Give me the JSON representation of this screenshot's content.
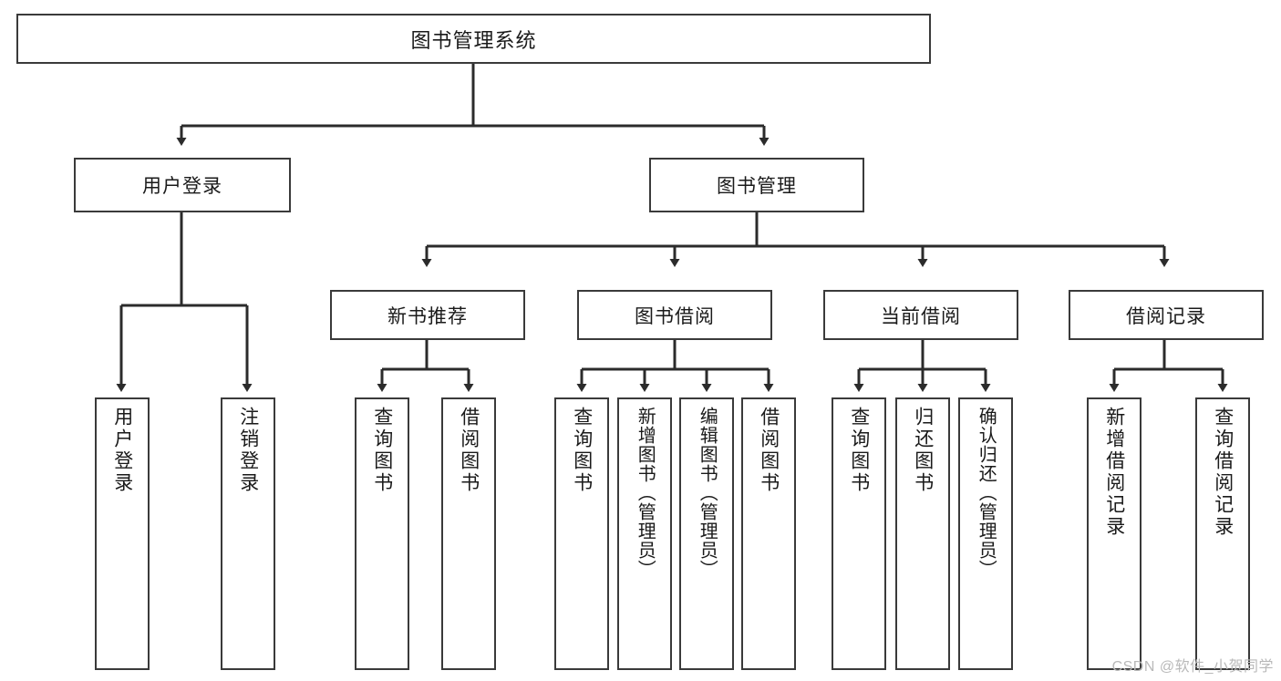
{
  "diagram": {
    "title": "图书管理系统",
    "type": "tree",
    "watermark": "CSDN @软件_小贺同学",
    "levels": {
      "root": {
        "label": "图书管理系统"
      },
      "level2": [
        {
          "label": "用户登录"
        },
        {
          "label": "图书管理"
        }
      ],
      "level3": [
        {
          "label": "新书推荐"
        },
        {
          "label": "图书借阅"
        },
        {
          "label": "当前借阅"
        },
        {
          "label": "借阅记录"
        }
      ],
      "leaves": {
        "user_login": [
          {
            "label": "用户登录"
          },
          {
            "label": "注销登录"
          }
        ],
        "new_book": [
          {
            "label": "查询图书"
          },
          {
            "label": "借阅图书"
          }
        ],
        "book_borrow": [
          {
            "label": "查询图书"
          },
          {
            "label": "新增图书（管理员）"
          },
          {
            "label": "编辑图书（管理员）"
          },
          {
            "label": "借阅图书"
          }
        ],
        "current_borrow": [
          {
            "label": "查询图书"
          },
          {
            "label": "归还图书"
          },
          {
            "label": "确认归还（管理员）"
          }
        ],
        "borrow_record": [
          {
            "label": "新增借阅记录"
          },
          {
            "label": "查询借阅记录"
          }
        ]
      }
    },
    "colors": {
      "box_border": "#3a3a3a",
      "box_fill": "#ffffff",
      "connector": "#2b2b2b",
      "text": "#1a1a1a",
      "watermark": "#b9b9b9",
      "background": "#ffffff"
    }
  }
}
